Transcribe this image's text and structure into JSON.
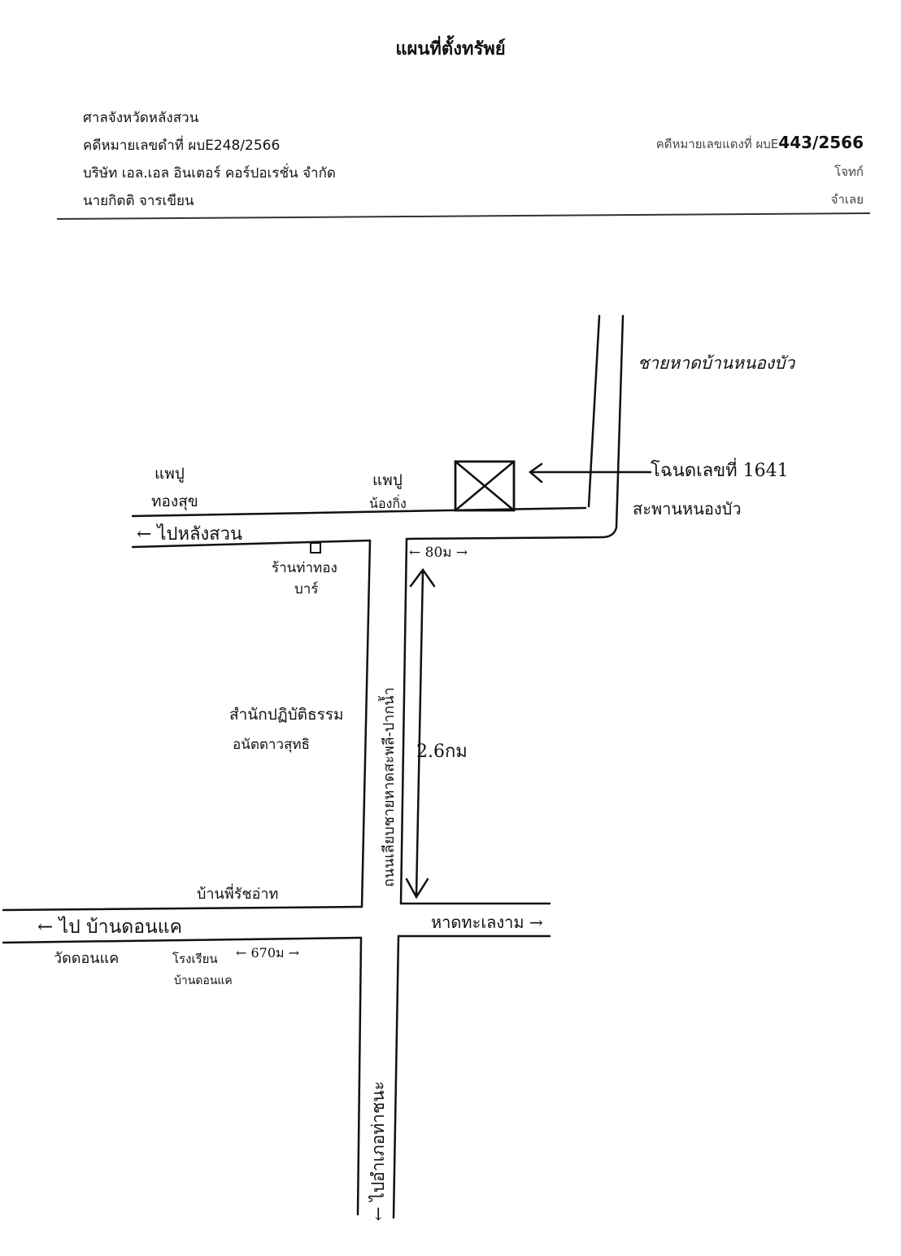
{
  "header": {
    "title": "แผนที่ตั้งทรัพย์",
    "court": "ศาลจังหวัดหลังสวน",
    "black_case": "คดีหมายเลขดำที่ ผบE248/2566",
    "company": "บริษัท เอล.เอล อินเตอร์ คอร์ปอเรชั่น จำกัด",
    "person": "นายกิตติ จารเขียน",
    "red_case_prefix": "คดีหมายเลขแดงที่ ผบE",
    "red_case_number": "443/2566",
    "plaintiff_label": "โจทก์",
    "defendant_label": "จำเลย"
  },
  "map": {
    "label_beach_north": "ชายหาดบ้านหนองบัว",
    "label_deed": "โฉนดเลขที่ 1641",
    "label_bridge": "สะพานหนองบัว",
    "label_stall1_a": "แพปู",
    "label_stall1_b": "ทองสุข",
    "label_stall2_a": "แพปู",
    "label_stall2_b": "น้องกิ่ง",
    "label_to_langsuan": "← ไปหลังสวน",
    "label_shop_a": "ร้านท่าทอง",
    "label_shop_b": "บาร์",
    "label_distance_80": "← 80ม →",
    "label_road_vertical": "ถนนเลียบชายหาดสะพลี-ปากน้ำ",
    "label_monastery_a": "สำนักปฏิบัติธรรม",
    "label_monastery_b": "อนัตตาวสุทธิ",
    "label_distance_2_6": "2.6กม",
    "label_village": "บ้านพี่รัชอ่าท",
    "label_to_ban_don": "← ไป บ้านดอนแค",
    "label_beach_east": "หาดทะเลงาม →",
    "label_temple": "วัดดอนแค",
    "label_school_a": "โรงเรียน",
    "label_school_b": "บ้านดอนแค",
    "label_distance_670": "← 670ม →",
    "label_to_south": "← ไปอำเภอท่าชนะ"
  }
}
